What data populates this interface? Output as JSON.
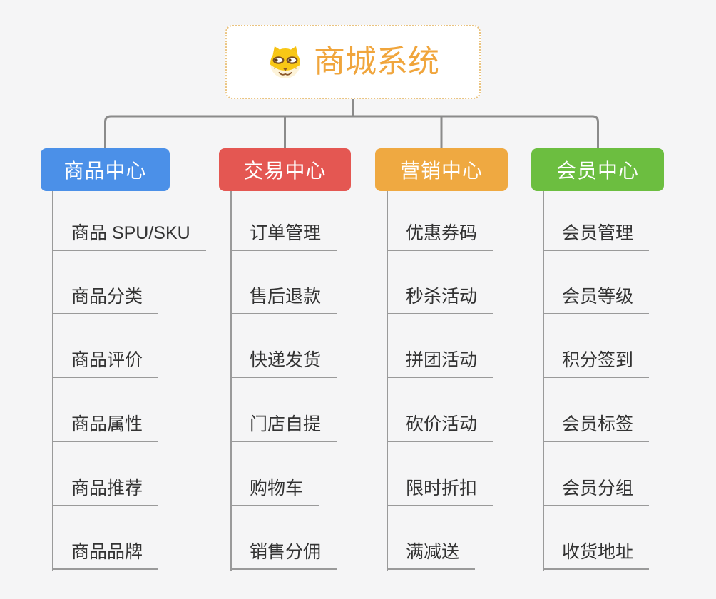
{
  "app": {
    "background_color": "#f5f5f6"
  },
  "root": {
    "title": "商城系统",
    "title_color": "#f0a53c",
    "border_color": "#eac37f",
    "icon": "shiba-dog-icon"
  },
  "connectors": {
    "tree_line_color": "#8b8b8b",
    "leaf_line_color": "#9a9a9a"
  },
  "leaf_text_color": "#333333",
  "branches": [
    {
      "label": "商品中心",
      "color": "#4b90e8",
      "items": [
        "商品 SPU/SKU",
        "商品分类",
        "商品评价",
        "商品属性",
        "商品推荐",
        "商品品牌"
      ]
    },
    {
      "label": "交易中心",
      "color": "#e45752",
      "items": [
        "订单管理",
        "售后退款",
        "快递发货",
        "门店自提",
        "购物车",
        "销售分佣"
      ]
    },
    {
      "label": "营销中心",
      "color": "#efa941",
      "items": [
        "优惠券码",
        "秒杀活动",
        "拼团活动",
        "砍价活动",
        "限时折扣",
        "满减送"
      ]
    },
    {
      "label": "会员中心",
      "color": "#6cbe40",
      "items": [
        "会员管理",
        "会员等级",
        "积分签到",
        "会员标签",
        "会员分组",
        "收货地址"
      ]
    }
  ]
}
